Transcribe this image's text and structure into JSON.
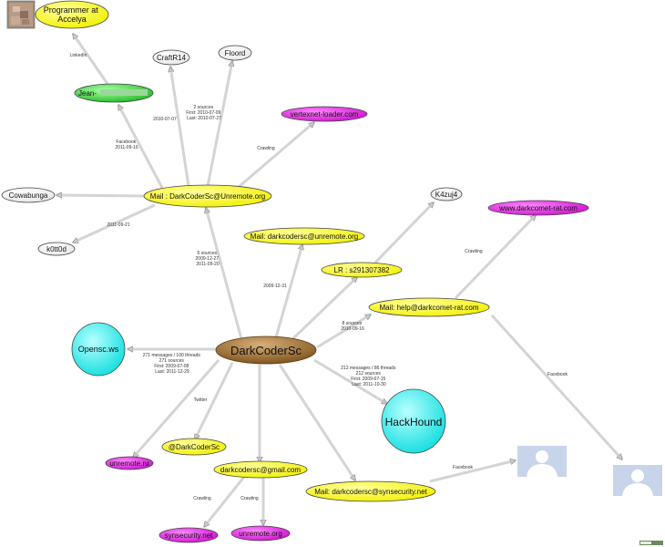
{
  "nodes": {
    "programmer": {
      "label_lines": [
        "Programmer at",
        "Accelya"
      ]
    },
    "jean": {
      "label": "Jean-"
    },
    "craftr14": {
      "label": "CraftR14"
    },
    "floord": {
      "label": "Floord"
    },
    "vertexnet": {
      "label": "vertexnet-loader.com"
    },
    "mail_unremote": {
      "label": "Mail : DarkCoderSc@Unremote.org"
    },
    "cowabunga": {
      "label": "Cowabunga"
    },
    "k0tt0d": {
      "label": "k0tt0d"
    },
    "k4zuj4": {
      "label": "K4zuj4"
    },
    "darkcomet": {
      "label": "www.darkcomet-rat.com"
    },
    "mail_darkcodersc_unremote": {
      "label": "Mail: darkcodersc@unremote.org"
    },
    "lr": {
      "label": "LR : s291307382"
    },
    "mail_help": {
      "label": "Mail: help@darkcomet-rat.com"
    },
    "opensc": {
      "label": "Opensc.ws"
    },
    "darkcodersc": {
      "label": "DarkCoderSc"
    },
    "hackhound": {
      "label": "HackHound"
    },
    "at_darkcodersc": {
      "label": "@DarkCoderSc"
    },
    "unremote_ru": {
      "label": "unremote.ru"
    },
    "gmail": {
      "label": "darkcodersc@gmail.com"
    },
    "synsecurity": {
      "label": "Mail: darkcodersc@synsecurity.net"
    },
    "synsecurity_net": {
      "label": "synsecurity.net"
    },
    "unremote_org": {
      "label": "unremote.org"
    }
  },
  "edge_labels": {
    "linkedin": [
      "LinkedIn"
    ],
    "facebook_jean": [
      "Facebook",
      "2011-09-16"
    ],
    "craftr14_date": [
      "2010-07-07"
    ],
    "floord_sources": [
      "2 sources",
      "First: 2010-07-09",
      "Last: 2010-07-27"
    ],
    "crawling_vertexnet": [
      "Crawling"
    ],
    "k0tt0d_date": [
      "2011-09-21"
    ],
    "mail_unremote_sources": [
      "6 sources",
      "2009-12-27",
      "2011-09-20"
    ],
    "darkcodersc_unremote_date": [
      "2009-12-31"
    ],
    "crawling_darkcomet": [
      "Crawling"
    ],
    "mail_help_sources": [
      "8 sources",
      "2010-09-16"
    ],
    "opensc_stats": [
      "271 messages / 100 threads",
      "271 sources",
      "First: 2009-07-08",
      "Last: 2011-12-29"
    ],
    "hackhound_stats": [
      "212 messages / 86 threads",
      "212 sources",
      "First: 2009-07-15",
      "Last: 2011-10-30"
    ],
    "twitter": [
      "Twitter"
    ],
    "facebook_help": [
      "Facebook"
    ],
    "facebook_syn": [
      "Facebook"
    ],
    "crawling_syn": [
      "Crawling"
    ],
    "crawling_unremote_org": [
      "Crawling"
    ]
  },
  "colors": {
    "yellow": "#ffff33",
    "green": "#33cc33",
    "magenta": "#dd22dd",
    "cyan": "#22eeee",
    "brown": "#9a6a2e",
    "white": "#ffffff",
    "profile_bg": "#c8d4ea"
  }
}
